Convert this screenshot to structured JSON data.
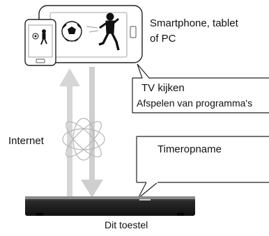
{
  "devices_label": [
    "Smartphone, tablet",
    "of PC"
  ],
  "bubble_tv": {
    "title": "TV kijken",
    "subtitle": "Afspelen van programma's"
  },
  "bubble_timer": {
    "title": "Timeropname"
  },
  "internet_label": "Internet",
  "recorder_label": "Dit toestel",
  "colors": {
    "arrow": "#cfcfcf",
    "outline": "#222222",
    "recorder": "#1a1a1a"
  },
  "icons": [
    "smartphone-icon",
    "tablet-icon",
    "globe-icon",
    "recorder-icon",
    "soccer-ball-icon",
    "soccer-player-icon"
  ]
}
